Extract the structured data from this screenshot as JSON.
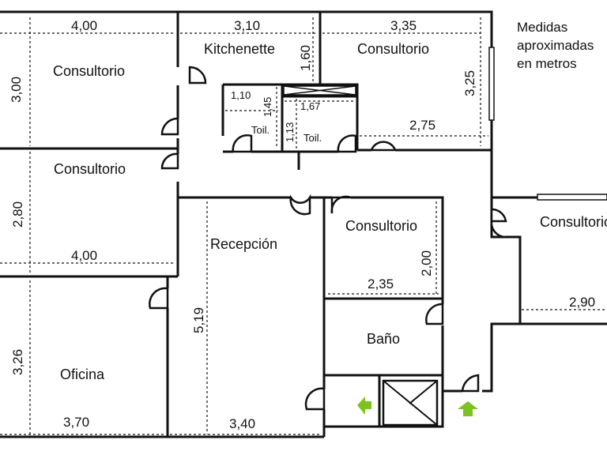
{
  "note": {
    "line1": "Medidas",
    "line2": "aproximadas",
    "line3": "en metros"
  },
  "rooms": {
    "consultorio_tl": "Consultorio",
    "kitchenette": "Kitchenette",
    "consultorio_tr": "Consultorio",
    "consultorio_ml": "Consultorio",
    "consultorio_right": "Consultorio",
    "recepcion": "Recepción",
    "consultorio_center": "Consultorio",
    "bano": "Baño",
    "oficina": "Oficina",
    "toilet_1": "Toil.",
    "toilet_2": "Toil."
  },
  "dims": {
    "tl_w": "4,00",
    "tl_h": "3,00",
    "kit_w": "3,10",
    "kit_h": "1,60",
    "tr_w": "3,35",
    "tr_h": "3,25",
    "tr_w2": "2,75",
    "t1_w": "1,10",
    "t1_h": "1,45",
    "t2_w": "1,67",
    "t2_h": "1,13",
    "ml_h": "2,80",
    "ml_w": "4,00",
    "cc_h": "2,00",
    "cc_w": "2,35",
    "rec_h": "5,19",
    "rec_w": "3,40",
    "of_h": "3,26",
    "of_w": "3,70",
    "right_w": "2,90"
  },
  "colors": {
    "arrow": "#7dc21e"
  }
}
